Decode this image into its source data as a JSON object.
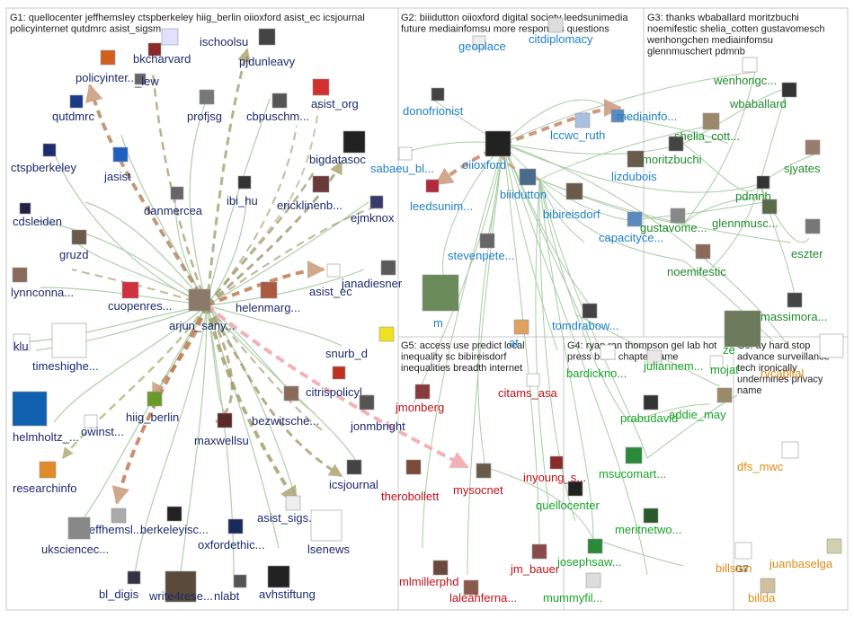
{
  "groups": [
    {
      "id": "G1",
      "title_lines": [
        "G1: quellocenter jeffhemsley ctspberkeley hiig_berlin oiioxford asist_ec icsjournal",
        "policyinternet qutdmrc asist_sigsm"
      ]
    },
    {
      "id": "G2",
      "title_lines": [
        "G2: biiidutton oiioxford digital society leedsunimedia",
        "future mediainfomsu more responses questions"
      ]
    },
    {
      "id": "G3",
      "title_lines": [
        "G3: thanks wbaballard moritzbuchi",
        "noemifestic shelia_cotten gustavomesch",
        "wenhongchen mediainfomsu",
        "glennmuschert pdmnb"
      ]
    },
    {
      "id": "G5",
      "title_lines": [
        "G5: access use predict local",
        "inequality sc bibireisdorf",
        "inequalities breadth internet"
      ]
    },
    {
      "id": "G4",
      "title_lines": [
        "G4: ryan ran thompson gel lab hot",
        "press book chapter came"
      ]
    },
    {
      "id": "G6",
      "title_lines": [
        "G6: ay hard stop",
        "advance surveillance",
        "tech ironically",
        "undermines privacy",
        "name"
      ]
    },
    {
      "id": "G7",
      "title_lines": [
        "G7"
      ]
    }
  ],
  "nodes": [
    {
      "id": "ischoolsu",
      "label": "ischoolsu",
      "g": 1
    },
    {
      "id": "pjdunleavy",
      "label": "pjdunleavy",
      "g": 1
    },
    {
      "id": "bkcharvard",
      "label": "bkcharvard",
      "g": 1
    },
    {
      "id": "policyinter",
      "label": "policyinter...",
      "g": 1
    },
    {
      "id": "lew",
      "label": "_lew",
      "g": 1
    },
    {
      "id": "qutdmrc",
      "label": "qutdmrc",
      "g": 1
    },
    {
      "id": "profjsg",
      "label": "profjsg",
      "g": 1
    },
    {
      "id": "cbpuschm",
      "label": "cbpuschm...",
      "g": 1
    },
    {
      "id": "asist_org",
      "label": "asist_org",
      "g": 1
    },
    {
      "id": "ctspberkeley",
      "label": "ctspberkeley",
      "g": 1
    },
    {
      "id": "jasist",
      "label": "jasist",
      "g": 1
    },
    {
      "id": "bigdatasoc",
      "label": "bigdatasoc",
      "g": 1
    },
    {
      "id": "ibi_hu",
      "label": "ibi_hu",
      "g": 1
    },
    {
      "id": "danmercea",
      "label": "danmercea",
      "g": 1
    },
    {
      "id": "ericklinenb",
      "label": "ericklinenb...",
      "g": 1
    },
    {
      "id": "ejmknox",
      "label": "ejmknox",
      "g": 1
    },
    {
      "id": "cdsleiden",
      "label": "cdsleiden",
      "g": 1
    },
    {
      "id": "gruzd",
      "label": "gruzd",
      "g": 1
    },
    {
      "id": "lynnconna",
      "label": "lynnconna...",
      "g": 1
    },
    {
      "id": "cuopenres",
      "label": "cuopenres...",
      "g": 1
    },
    {
      "id": "arjun_sany",
      "label": "arjun_sany...",
      "g": 1
    },
    {
      "id": "helenmarg",
      "label": "helenmarg...",
      "g": 1
    },
    {
      "id": "asist_ec",
      "label": "asist_ec",
      "g": 1
    },
    {
      "id": "janadiesner",
      "label": "janadiesner",
      "g": 1
    },
    {
      "id": "klu",
      "label": "klu",
      "g": 1
    },
    {
      "id": "timeshighe",
      "label": "timeshighe...",
      "g": 1
    },
    {
      "id": "snurb_d",
      "label": "snurb_d",
      "g": 1
    },
    {
      "id": "citrispolicyl",
      "label": "citrispolicyl...",
      "g": 1
    },
    {
      "id": "helmholtz",
      "label": "helmholtz_...",
      "g": 1
    },
    {
      "id": "owinst",
      "label": "owinst...",
      "g": 1
    },
    {
      "id": "hiig_berlin",
      "label": "hiig_berlin",
      "g": 1
    },
    {
      "id": "maxwellsu",
      "label": "maxwellsu",
      "g": 1
    },
    {
      "id": "bezwitsche",
      "label": "bezwitsche...",
      "g": 1
    },
    {
      "id": "jonmbright",
      "label": "jonmbright",
      "g": 1
    },
    {
      "id": "researchinfo",
      "label": "researchinfo",
      "g": 1
    },
    {
      "id": "icsjournal",
      "label": "icsjournal",
      "g": 1
    },
    {
      "id": "jeffhemsl",
      "label": "jeffhemsl...",
      "g": 1
    },
    {
      "id": "berkeleyisc",
      "label": "berkeleyisc...",
      "g": 1
    },
    {
      "id": "asist_sigs",
      "label": "asist_sigs...",
      "g": 1
    },
    {
      "id": "lsenews",
      "label": "lsenews",
      "g": 1
    },
    {
      "id": "uksciencec",
      "label": "uksciencec...",
      "g": 1
    },
    {
      "id": "oxfordethic",
      "label": "oxfordethic...",
      "g": 1
    },
    {
      "id": "bl_digis",
      "label": "bl_digis",
      "g": 1
    },
    {
      "id": "write4rese",
      "label": "write4rese...",
      "g": 1
    },
    {
      "id": "nlabt",
      "label": "nlabt",
      "g": 1
    },
    {
      "id": "avhstiftung",
      "label": "avhstiftung",
      "g": 1
    },
    {
      "id": "geoplace",
      "label": "geoplace",
      "g": 2
    },
    {
      "id": "citdiplomacy",
      "label": "citdiplomacy",
      "g": 2
    },
    {
      "id": "donofrionist",
      "label": "donofrionist",
      "g": 2
    },
    {
      "id": "mediainfo",
      "label": "mediainfo...",
      "g": 2
    },
    {
      "id": "lccwc_ruth",
      "label": "lccwc_ruth",
      "g": 2
    },
    {
      "id": "oiioxford",
      "label": "oiioxford",
      "g": 2
    },
    {
      "id": "sabaeu_bl",
      "label": "sabaeu_bl...",
      "g": 2
    },
    {
      "id": "lizdubois",
      "label": "lizdubois",
      "g": 2
    },
    {
      "id": "biiidutton",
      "label": "biiidutton",
      "g": 2
    },
    {
      "id": "leedsunim",
      "label": "leedsunim...",
      "g": 2
    },
    {
      "id": "bibireisdorf",
      "label": "bibireisdorf",
      "g": 2
    },
    {
      "id": "capacityce",
      "label": "capacityce...",
      "g": 2
    },
    {
      "id": "stevenpete",
      "label": "stevenpete...",
      "g": 2
    },
    {
      "id": "m",
      "label": "m",
      "g": 2
    },
    {
      "id": "tomdrabow",
      "label": "tomdrabow...",
      "g": 2
    },
    {
      "id": "wenhongc",
      "label": "wenhongc...",
      "g": 3
    },
    {
      "id": "wbaballard",
      "label": "wbaballard",
      "g": 3
    },
    {
      "id": "shelia_cott",
      "label": "shelia_cott...",
      "g": 3
    },
    {
      "id": "moritzbuchi",
      "label": "moritzbuchi",
      "g": 3
    },
    {
      "id": "sjyates",
      "label": "sjyates",
      "g": 3
    },
    {
      "id": "pdmnb",
      "label": "pdmnb",
      "g": 3
    },
    {
      "id": "gustavome",
      "label": "gustavome...",
      "g": 3
    },
    {
      "id": "glennmusc",
      "label": "glennmusc...",
      "g": 3
    },
    {
      "id": "noemifestic",
      "label": "noemifestic",
      "g": 3
    },
    {
      "id": "eszter",
      "label": "eszter",
      "g": 3
    },
    {
      "id": "massimora",
      "label": "massimora...",
      "g": 3
    },
    {
      "id": "citams_asa",
      "label": "citams_asa",
      "g": 5
    },
    {
      "id": "jmonberg",
      "label": "jmonberg",
      "g": 5
    },
    {
      "id": "inyoung_s",
      "label": "inyoung_s...",
      "g": 5
    },
    {
      "id": "therobollett",
      "label": "therobollett",
      "g": 5
    },
    {
      "id": "mysocnet",
      "label": "mysocnet",
      "g": 5
    },
    {
      "id": "jm_bauer",
      "label": "jm_bauer",
      "g": 5
    },
    {
      "id": "mlmillerphd",
      "label": "mlmillerphd",
      "g": 5
    },
    {
      "id": "laleahferna",
      "label": "laleahferna...",
      "g": 5
    },
    {
      "id": "bardickno",
      "label": "bardickno...",
      "g": 4
    },
    {
      "id": "juliannem",
      "label": "juliannem...",
      "g": 4
    },
    {
      "id": "prabudavid",
      "label": "prabudavid",
      "g": 4
    },
    {
      "id": "msucomart",
      "label": "msucomart...",
      "g": 4
    },
    {
      "id": "quellocenter",
      "label": "quellocenter",
      "g": 4
    },
    {
      "id": "meritnetwo",
      "label": "meritnetwo...",
      "g": 4
    },
    {
      "id": "josephsaw",
      "label": "josephsaw...",
      "g": 4
    },
    {
      "id": "mummyfil",
      "label": "mummyfil...",
      "g": 4
    },
    {
      "id": "mojat",
      "label": "mojat",
      "g": 4
    },
    {
      "id": "addie_may",
      "label": "addie_may",
      "g": 4
    },
    {
      "id": "ze",
      "label": "ze",
      "g": 4
    },
    {
      "id": "rvcapital",
      "label": "rvcapital",
      "g": 6
    },
    {
      "id": "dfs_mwc",
      "label": "dfs_mwc",
      "g": 6
    },
    {
      "id": "billston",
      "label": "billston",
      "g": 6
    },
    {
      "id": "juanbaselga",
      "label": "juanbaselga",
      "g": 6
    },
    {
      "id": "billda",
      "label": "billda",
      "g": 6
    },
    {
      "id": "at",
      "label": "at",
      "g": 2
    }
  ]
}
